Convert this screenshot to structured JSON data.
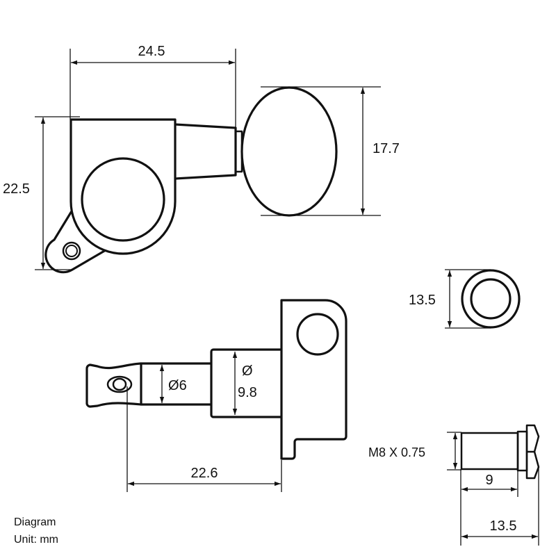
{
  "dimensions": {
    "top_width": "24.5",
    "knob_height": "17.7",
    "body_height": "22.5",
    "washer_diameter": "13.5",
    "post_diameter_symbol": "Ø",
    "post_diameter": "6",
    "hub_diameter_symbol": "Ø",
    "hub_diameter": "9.8",
    "post_length": "22.6",
    "thread": "M8 X 0.75",
    "bushing_length": "9",
    "bushing_total": "13.5"
  },
  "legend": {
    "title": "Diagram",
    "unit": "Unit: mm"
  }
}
